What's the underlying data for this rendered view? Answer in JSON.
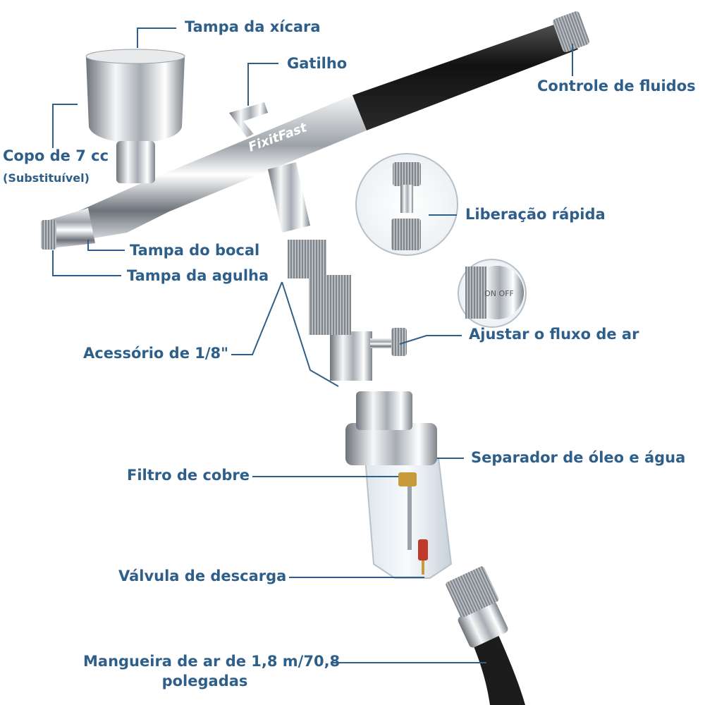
{
  "colors": {
    "label": "#2e5f8a",
    "leader": "#2e5f8a",
    "chrome": "#c9cdd2",
    "black_body": "#1e1e1e",
    "brass": "#c79a3c"
  },
  "brand": "FixitFast",
  "labels": {
    "tampa_xicara": "Tampa da xícara",
    "gatilho": "Gatilho",
    "controle_fluidos": "Controle de fluidos",
    "copo_line1": "Copo de 7 cc",
    "copo_line2": "(Substituível)",
    "liberacao_rapida": "Liberação rápida",
    "tampa_bocal": "Tampa do bocal",
    "tampa_agulha": "Tampa da agulha",
    "ajustar_fluxo": "Ajustar o fluxo de ar",
    "acessorio": "Acessório de 1/8\"",
    "separador": "Separador de óleo e água",
    "filtro_cobre": "Filtro de cobre",
    "valvula": "Válvula de descarga",
    "mangueira_line1": "Mangueira de ar de 1,8 m/70,8",
    "mangueira_line2": "polegadas"
  },
  "icons": {
    "quick_release_inset": "quick-release-coupler-icon",
    "air_knob_inset": "on-off-knob-icon",
    "knob_text": "ON OFF"
  }
}
